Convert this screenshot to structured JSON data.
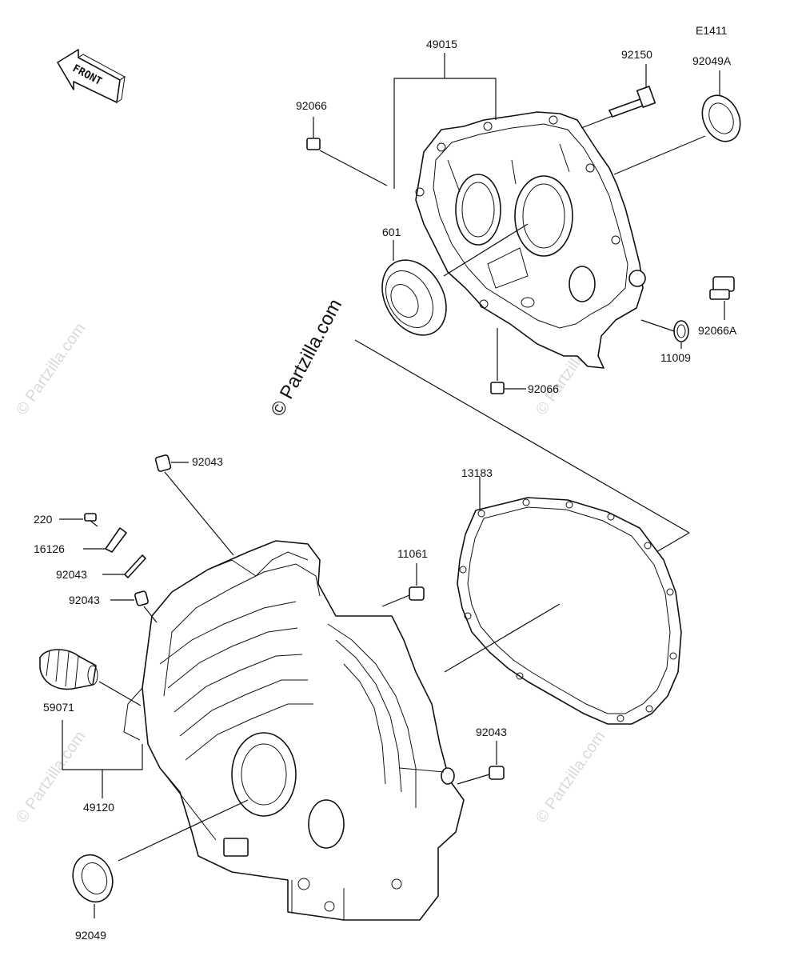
{
  "diagram": {
    "code": "E1411",
    "front_label": "FRONT",
    "copyright": "© Partzilla.com",
    "watermark": "© Partzilla.com"
  },
  "parts": [
    {
      "id": "p49015",
      "label": "49015"
    },
    {
      "id": "p92150",
      "label": "92150"
    },
    {
      "id": "p92049A",
      "label": "92049A"
    },
    {
      "id": "p92066_top",
      "label": "92066"
    },
    {
      "id": "p601",
      "label": "601"
    },
    {
      "id": "p92066A",
      "label": "92066A"
    },
    {
      "id": "p11009",
      "label": "11009"
    },
    {
      "id": "p92066_bot",
      "label": "92066"
    },
    {
      "id": "p92043_a",
      "label": "92043"
    },
    {
      "id": "p220",
      "label": "220"
    },
    {
      "id": "p13183",
      "label": "13183"
    },
    {
      "id": "p16126",
      "label": "16126"
    },
    {
      "id": "p92043_b",
      "label": "92043"
    },
    {
      "id": "p92043_c",
      "label": "92043"
    },
    {
      "id": "p11061",
      "label": "11061"
    },
    {
      "id": "p59071",
      "label": "59071"
    },
    {
      "id": "p49120",
      "label": "49120"
    },
    {
      "id": "p92043_d",
      "label": "92043"
    },
    {
      "id": "p92049",
      "label": "92049"
    }
  ]
}
